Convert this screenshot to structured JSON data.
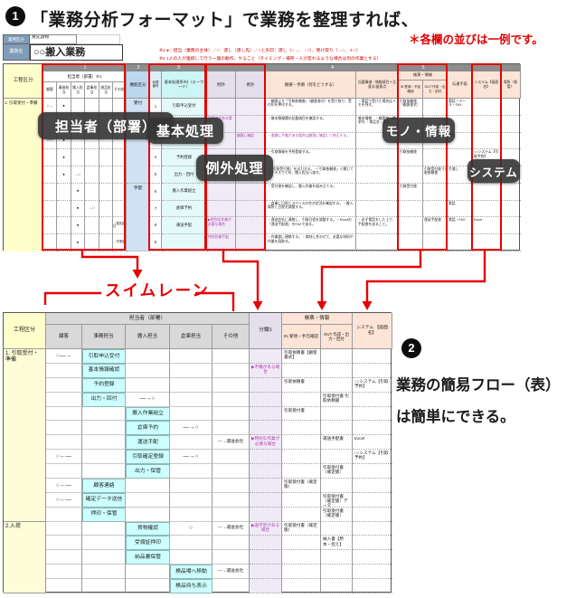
{
  "annotations": {
    "step1_number": "1",
    "step1_text": "「業務分析フォーマット」で業務を整理すれば、",
    "note": "＊各欄の並びは一例です。",
    "swimlane_label": "スイムレーン",
    "step2_number": "2",
    "step2_line1": "業務の簡易フロー（表）",
    "step2_line2": "は簡単にできる。",
    "callouts": {
      "tantosha": "担当者（部署）",
      "kihon": "基本処理",
      "reigai": "例外処理",
      "mono": "モノ・情報",
      "system": "システム"
    }
  },
  "colors": {
    "highlight_red": "#e60000",
    "legend_red": "#d00000",
    "yellow": "#ffffcc",
    "blue": "#bdd7ee",
    "cyan": "#ccf5f5",
    "lavender": "#e4dfec",
    "peach": "#fce4d6",
    "gray_header": "#d9d9d9",
    "band_gray": "#8c8c8c",
    "purple_text": "#b23ab2"
  },
  "format_sheet": {
    "info": {
      "r1_label": "業務区分",
      "r1_value": "受託貨物",
      "r2_label": "業務名",
      "r2_value": "○○搬入業務"
    },
    "legend1": "※1 ●：担当（業務の主体）／○：渡し（渡し先）／○と矢印：渡し（○→、→○）、受け取り（→○、＋○）",
    "legend2": "※2 1人の人が連続して行う一連の動作、やること（タイミング・場所・人が変わるような場合は別の作業とする）",
    "band_numbers": [
      "1",
      "2",
      "3",
      "4",
      "5"
    ],
    "headers": {
      "kotei": "工程区分",
      "tanto_group": "担当者（部署）※1",
      "tanto_subs": [
        "顧客",
        "事務担当",
        "搬入担当",
        "倉庫担当",
        "現品担当",
        "その他"
      ],
      "kinou": "機能区分",
      "no": "処理番号",
      "kihon": "基本処理系※2〔キーワード〕",
      "ex1": "例外",
      "ex2": "例外",
      "gaiyo": "概要・手順（何をどうする）",
      "kensho": "記載事項・情報項目＋注意点/留意点",
      "choh_group": "帳票・情報",
      "in": "IN 受領・不足確認",
      "out": "OUT 作成・出力・回付",
      "den": "伝達手段",
      "sys": "システム【画面名】",
      "basho": "場所（保管）"
    },
    "kotei_value": "1. 引取受付・準備",
    "kinou_spans": [
      {
        "label": "受付",
        "rows": 5
      },
      {
        "label": "手配",
        "rows": 4
      }
    ],
    "rows": [
      {
        "no": "1",
        "kihon": "引取申込受付",
        "marks": {
          "0": "○→",
          "1": "●"
        },
        "gaiyo": "・顧客より「引取依頼書」（顧客書式）を受け取り、受付印を押印する。",
        "kensho": "・電話で受けた場合はメモを残す。",
        "in": "引取依頼書（顧客書式）",
        "den": "電話・メール・FAX"
      },
      {
        "no": "2",
        "kihon": "基本情報確認",
        "marks": {
          "1": "●"
        },
        "ex1": "不明点がある場合",
        "gaiyo": "・基本情報欄の記載項目を確認する。",
        "kensho": "基本情報：・顧客名・請求先 ・商品名・数量"
      },
      {
        "no": "3",
        "kihon": "",
        "marks": {
          "0": "○―",
          "1": "●"
        },
        "ex2": "顧客に確認",
        "gaiyo_purple": "・書類に不備がある場合は顧客に確認して修正する。",
        "den": "電話"
      },
      {
        "no": "4",
        "kihon": "予約登録",
        "marks": {
          "1": "●"
        },
        "gaiyo": "・引取情報を予約登録する。",
        "in": "引取依頼書",
        "sys": "○○システム【引取予約】"
      },
      {
        "no": "5",
        "kihon": "出力・回付",
        "marks": {
          "1": "●",
          "2": "→○"
        },
        "gaiyo": "・「引取受付書」を出力する。・「引取依頼書」と綴じてホチキスでとめ、搬入担当へ渡す。",
        "out": "引取受付書 引取依頼書",
        "den": "手渡し"
      },
      {
        "no": "6",
        "kihon": "搬入作業組立",
        "marks": {
          "2": "●"
        },
        "gaiyo": "・受付書を確認し、搬入作業を組み立てる。",
        "in": "引取受付書"
      },
      {
        "no": "7",
        "kihon": "倉庫予約",
        "marks": {
          "2": "●",
          "3": "→○"
        },
        "gaiyo": "・倉庫に日程とスペースの空き状況を確認する。・搬入場所と日程を調整する。",
        "den": "電話"
      },
      {
        "no": "8",
        "kihon": "運送手配",
        "marks": {
          "2": "●",
          "5": "→運送会社"
        },
        "ex1": "▶特別な作業が必要な場合",
        "gaiyo": "・運送会社に連絡し、引取日程を調整する。・Excelの「運送手配書」をFAXで送る。",
        "kensho": "・必ず電話をした上で、手配書を送ること。",
        "out": "運送手配書",
        "den": "電話・FAX",
        "sys": "Excel"
      },
      {
        "no": "9",
        "kihon": "",
        "marks": {
          "2": "●",
          "5": "→作業部"
        },
        "ex1": "特別作業手配",
        "gaiyo": "・作業部に連絡する。・商材に合わせて、必要な材料や作業を段取る。"
      }
    ]
  },
  "flow_sheet": {
    "headers": {
      "kotei": "工程区分",
      "tanto_group": "担当者（部署）",
      "tanto_subs": [
        "顧客",
        "事務担当",
        "搬入担当",
        "倉庫担当",
        "その他"
      ],
      "bunrui": "分類1",
      "choh_group": "帳票・情報",
      "in": "IN 受領・手元確認",
      "out": "OUT 作成・出力・回付",
      "sys": "システム 【画面名】"
    },
    "sections": [
      {
        "label": "1. 引取受付・準備",
        "from": 0,
        "to": 11
      },
      {
        "label": "2.入荷",
        "from": 12,
        "to": 16
      }
    ],
    "rows": [
      {
        "flow": [
          {
            "t": "○―→"
          },
          {
            "t": "引取申込受付",
            "act": 1
          },
          null,
          null,
          null
        ],
        "bunrui": "",
        "in": "引取依頼書【顧客書式】",
        "out": "",
        "sys": ""
      },
      {
        "flow": [
          null,
          {
            "t": "基本情報確認",
            "act": 1
          },
          null,
          null,
          null
        ],
        "bunrui": "▶不備がある場合",
        "in": "",
        "out": "",
        "sys": ""
      },
      {
        "flow": [
          null,
          {
            "t": "予約登録",
            "act": 1
          },
          null,
          null,
          null
        ],
        "bunrui": "",
        "in": "引取依頼書",
        "out": "",
        "sys": "○○システム【引取予約】"
      },
      {
        "flow": [
          null,
          {
            "t": "出力・回付",
            "act": 1
          },
          {
            "t": "―→○"
          },
          null,
          null
        ],
        "bunrui": "",
        "in": "",
        "out": "引取受付書 引取依頼書",
        "sys": ""
      },
      {
        "flow": [
          null,
          null,
          {
            "t": "搬入作業組立",
            "act": 1
          },
          null,
          null
        ],
        "bunrui": "",
        "in": "引取受付書",
        "out": "",
        "sys": ""
      },
      {
        "flow": [
          null,
          null,
          {
            "t": "倉庫予約",
            "act": 1
          },
          {
            "t": "―→○"
          },
          null
        ],
        "bunrui": "",
        "in": "",
        "out": "",
        "sys": ""
      },
      {
        "flow": [
          null,
          null,
          {
            "t": "運送手配",
            "act": 1
          },
          null,
          {
            "t": "―→運送会社"
          }
        ],
        "bunrui": "▶特別な作業が必要な場合",
        "in": "",
        "out": "運送手配書",
        "sys": "Excel"
      },
      {
        "flow": [
          {
            "t": "○←―"
          },
          null,
          {
            "t": "引取確定登録",
            "act": 1
          },
          {
            "t": "―→○"
          },
          null
        ],
        "bunrui": "",
        "in": "",
        "out": "",
        "sys": "○○システム【引取予約】"
      },
      {
        "flow": [
          null,
          null,
          {
            "t": "出力・保管",
            "act": 1
          },
          null,
          null
        ],
        "bunrui": "",
        "in": "",
        "out": "引取受付書（確定版）",
        "sys": ""
      },
      {
        "flow": [
          {
            "t": "○←―"
          },
          {
            "t": "顧客連絡",
            "act": 1
          },
          null,
          null,
          null
        ],
        "bunrui": "",
        "in": "引取受付書（確定版）",
        "out": "",
        "sys": ""
      },
      {
        "flow": [
          {
            "t": "○←―"
          },
          {
            "t": "確定データ送信",
            "act": 1
          },
          null,
          null,
          null
        ],
        "bunrui": "",
        "in": "",
        "out": "引取受付書（確定版）データ",
        "sys": ""
      },
      {
        "flow": [
          null,
          {
            "t": "押印・保管",
            "act": 1
          },
          null,
          null,
          null
        ],
        "bunrui": "",
        "in": "",
        "out": "引取受付書（確定版）",
        "sys": ""
      },
      {
        "flow": [
          null,
          null,
          {
            "t": "貨物確認",
            "act": 1
          },
          {
            "t": "○"
          },
          {
            "t": "―→運送会社"
          }
        ],
        "bunrui": "▶過不足がある場合",
        "in": "引取受付書（確定版）",
        "out": "",
        "sys": ""
      },
      {
        "flow": [
          null,
          null,
          {
            "t": "受領証押印",
            "act": 1
          },
          null,
          null
        ],
        "bunrui": "",
        "in": "",
        "out": "納入書【原本・控え】",
        "sys": ""
      },
      {
        "flow": [
          null,
          null,
          {
            "t": "納品書保管",
            "act": 1
          },
          null,
          null
        ],
        "bunrui": "",
        "in": "",
        "out": "",
        "sys": ""
      },
      {
        "flow": [
          null,
          null,
          null,
          {
            "t": "検品場へ移動",
            "act": 1
          },
          {
            "t": "―→運送会社"
          }
        ],
        "bunrui": "",
        "in": "",
        "out": "",
        "sys": ""
      },
      {
        "flow": [
          null,
          null,
          null,
          {
            "t": "検品待ち表示",
            "act": 1
          },
          null
        ],
        "bunrui": "",
        "in": "",
        "out": "",
        "sys": ""
      }
    ]
  }
}
